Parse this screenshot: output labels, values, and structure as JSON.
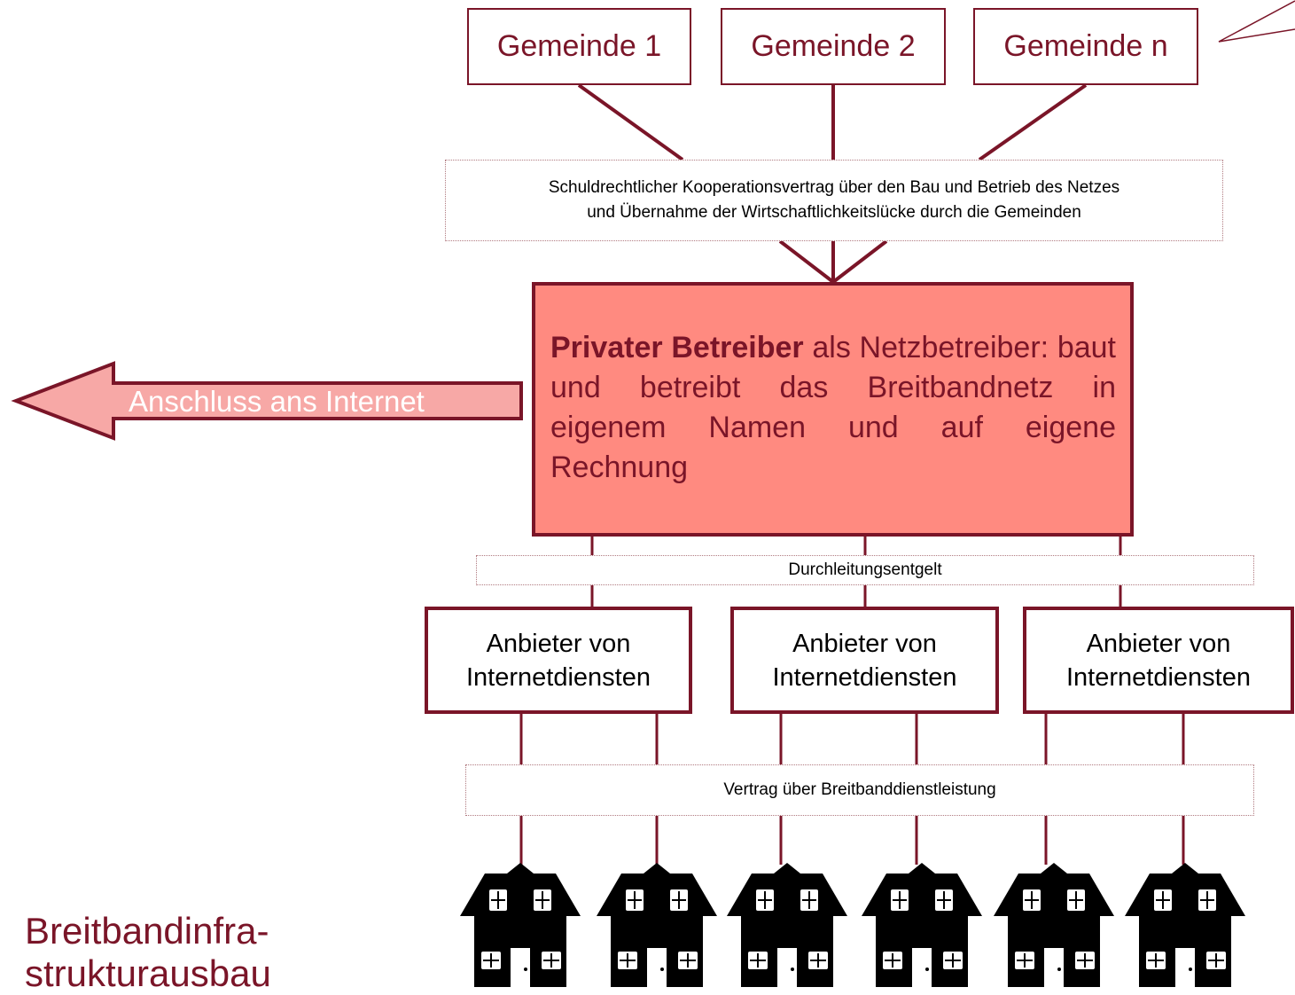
{
  "colors": {
    "accent": "#7a1528",
    "operator_fill": "#ff8a80",
    "arrow_fill": "#f7a8a6"
  },
  "communities": [
    "Gemeinde 1",
    "Gemeinde 2",
    "Gemeinde n"
  ],
  "cooperation_contract": {
    "line1": "Schuldrechtlicher Kooperationsvertrag über den Bau und Betrieb des Netzes",
    "line2": "und Übernahme der Wirtschaftlichkeitslücke durch die Gemeinden"
  },
  "operator": {
    "title_bold": "Privater Betreiber",
    "title_rest": " als Netzbetreiber:",
    "description": "baut und betreibt das Breitbandnetz in eigenem Namen und auf eigene Rechnung"
  },
  "internet_connection": "Anschluss ans Internet",
  "transit_fee": "Durchleitungsentgelt",
  "providers": [
    {
      "line1": "Anbieter von",
      "line2": "Internetdiensten"
    },
    {
      "line1": "Anbieter von",
      "line2": "Internetdiensten"
    },
    {
      "line1": "Anbieter von",
      "line2": "Internetdiensten"
    }
  ],
  "service_contract": "Vertrag über Breitbanddienstleistung",
  "house_icon": "house-icon",
  "page_title": {
    "line1": "Breitbandinfra-",
    "line2": "strukturausbau"
  }
}
